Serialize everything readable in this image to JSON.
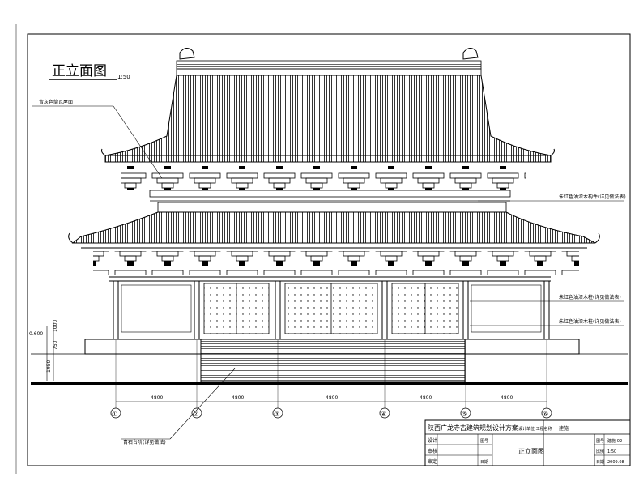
{
  "drawing": {
    "title": "正立面图",
    "scale": "1:50",
    "elevations": {
      "level_a": "0.600",
      "dim_upper": "1000",
      "dim_lower_a": "750",
      "dim_lower_b": "1950"
    },
    "dimensions": [
      "4800",
      "4800",
      "4800",
      "4800",
      "4800"
    ],
    "axes": [
      "①",
      "②",
      "③",
      "④",
      "⑤",
      "⑥"
    ],
    "callouts": [
      "青灰色筒瓦屋面",
      "朱红色油漆木构件(详见做法表)",
      "朱红色油漆木柱(详见做法表)",
      "朱红色油漆木柱(详见做法表)",
      "青石台阶(详见做法)"
    ]
  },
  "title_block": {
    "project": "陕西广龙寺古建筑规划设计方案",
    "design_unit": "设计单位 工程名称",
    "drawing_code": "建施",
    "drawing_name": "正立面图",
    "left_labels": [
      "设计",
      "审核",
      "审定"
    ],
    "mid_labels": [
      "图号",
      "日期"
    ],
    "right_labels": [
      "图号",
      "比例",
      "日期"
    ],
    "right_values": [
      "建施-02",
      "1:50",
      "2009.08"
    ]
  }
}
